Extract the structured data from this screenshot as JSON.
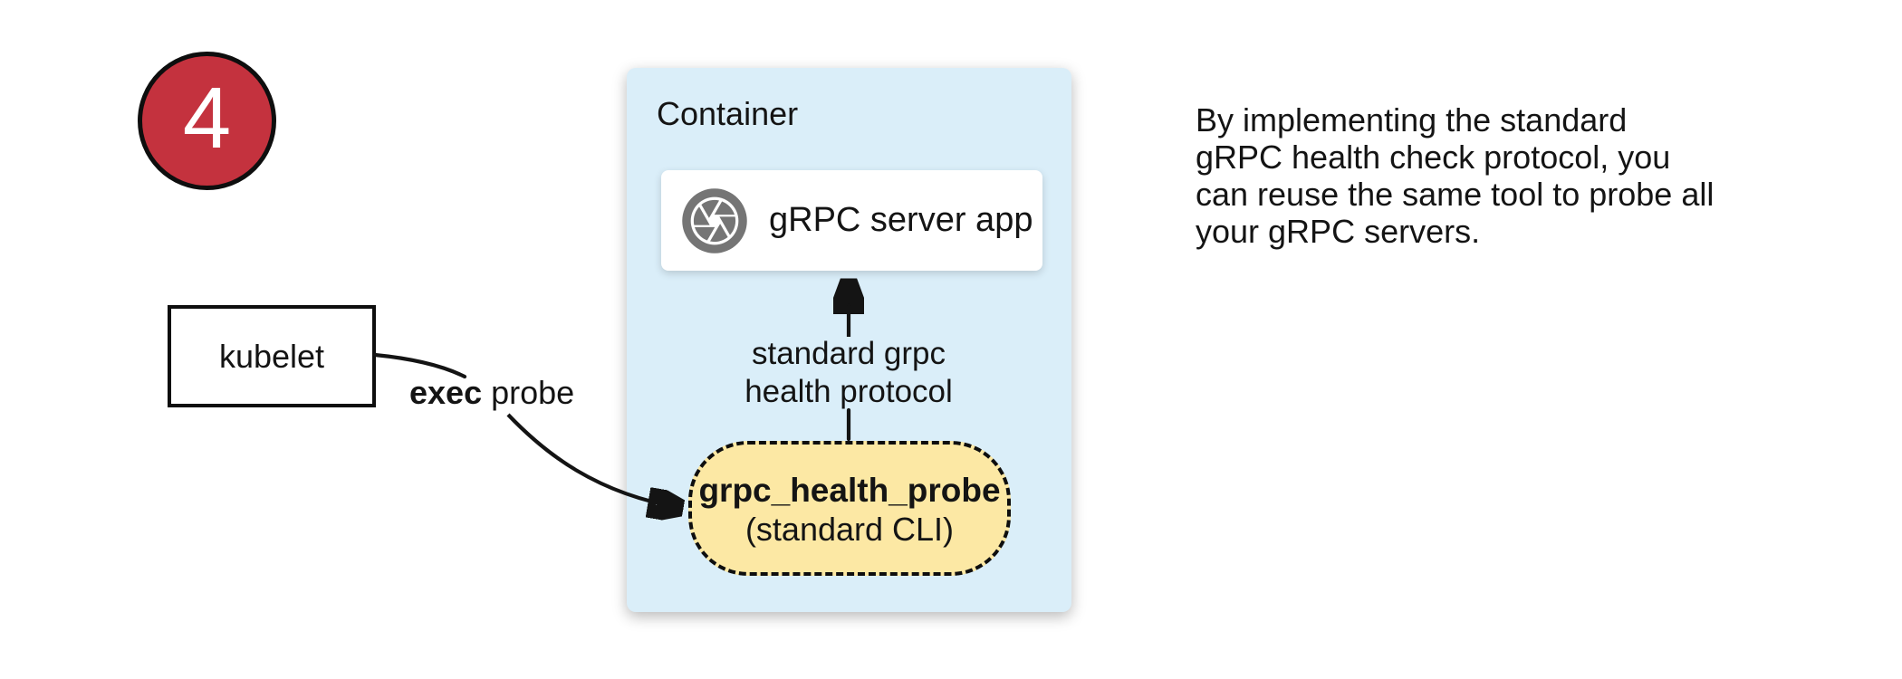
{
  "colors": {
    "step_red": "#C4323E",
    "container_blue": "#DAEEF9",
    "probe_yellow": "#FCE8A4",
    "icon_gray": "#757575",
    "ink": "#141414"
  },
  "step_badge": {
    "number": "4"
  },
  "kubelet": {
    "label": "kubelet"
  },
  "exec_probe_label": {
    "bold": "exec",
    "rest": "probe"
  },
  "container": {
    "title": "Container",
    "server_box": {
      "icon": "aperture-icon",
      "label": "gRPC server app"
    },
    "protocol_label": {
      "line1": "standard grpc",
      "line2": "health protocol"
    },
    "probe_box": {
      "title": "grpc_health_probe",
      "subtitle": "(standard CLI)"
    }
  },
  "note": {
    "lines": [
      "By implementing the standard",
      "gRPC health check protocol, you",
      "can reuse the same tool to probe all",
      "your gRPC servers."
    ]
  }
}
